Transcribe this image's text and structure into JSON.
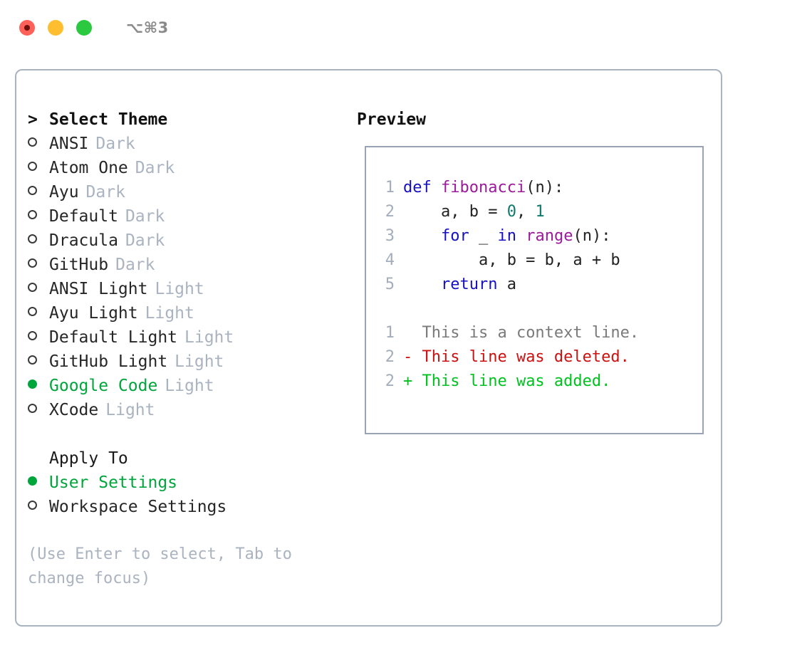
{
  "window": {
    "shortcut": "⌥⌘3",
    "traffic_lights": [
      {
        "name": "close",
        "color": "#ff6058"
      },
      {
        "name": "minimize",
        "color": "#ffbe2f"
      },
      {
        "name": "maximize",
        "color": "#2bc940"
      }
    ]
  },
  "accent": {
    "selected_green": "#00a53c",
    "muted": "#aab3c0",
    "border": "#aab3c0"
  },
  "theme_selector": {
    "header_marker": ">",
    "header": "Select Theme",
    "items": [
      {
        "marker": "o",
        "name": "ANSI",
        "variant": "Dark",
        "selected": false
      },
      {
        "marker": "o",
        "name": "Atom One",
        "variant": "Dark",
        "selected": false
      },
      {
        "marker": "o",
        "name": "Ayu",
        "variant": "Dark",
        "selected": false
      },
      {
        "marker": "o",
        "name": "Default",
        "variant": "Dark",
        "selected": false
      },
      {
        "marker": "o",
        "name": "Dracula",
        "variant": "Dark",
        "selected": false
      },
      {
        "marker": "o",
        "name": "GitHub",
        "variant": "Dark",
        "selected": false
      },
      {
        "marker": "o",
        "name": "ANSI Light",
        "variant": "Light",
        "selected": false
      },
      {
        "marker": "o",
        "name": "Ayu Light",
        "variant": "Light",
        "selected": false
      },
      {
        "marker": "o",
        "name": "Default Light",
        "variant": "Light",
        "selected": false
      },
      {
        "marker": "o",
        "name": "GitHub Light",
        "variant": "Light",
        "selected": false
      },
      {
        "marker": "●",
        "name": "Google Code",
        "variant": "Light",
        "selected": true
      },
      {
        "marker": "o",
        "name": "XCode",
        "variant": "Light",
        "selected": false
      }
    ]
  },
  "apply_to": {
    "header": "Apply To",
    "options": [
      {
        "label": "User Settings",
        "selected": true
      },
      {
        "label": "Workspace Settings",
        "selected": false
      }
    ]
  },
  "hint": "(Use Enter to select, Tab to change focus)",
  "preview": {
    "title": "Preview",
    "code_lines": [
      {
        "number": "1",
        "tokens": [
          {
            "text": "def ",
            "kind": "kw"
          },
          {
            "text": "fibonacci",
            "kind": "fn"
          },
          {
            "text": "(n):",
            "kind": "plain"
          }
        ]
      },
      {
        "number": "2",
        "tokens": [
          {
            "text": "    a, b = ",
            "kind": "plain"
          },
          {
            "text": "0",
            "kind": "num"
          },
          {
            "text": ", ",
            "kind": "plain"
          },
          {
            "text": "1",
            "kind": "num"
          }
        ]
      },
      {
        "number": "3",
        "tokens": [
          {
            "text": "    ",
            "kind": "plain"
          },
          {
            "text": "for",
            "kind": "kw"
          },
          {
            "text": " _ ",
            "kind": "plain"
          },
          {
            "text": "in",
            "kind": "kw"
          },
          {
            "text": " ",
            "kind": "plain"
          },
          {
            "text": "range",
            "kind": "fn"
          },
          {
            "text": "(n):",
            "kind": "plain"
          }
        ]
      },
      {
        "number": "4",
        "tokens": [
          {
            "text": "        a, b = b, a + b",
            "kind": "plain"
          }
        ]
      },
      {
        "number": "5",
        "tokens": [
          {
            "text": "    ",
            "kind": "plain"
          },
          {
            "text": "return",
            "kind": "kw"
          },
          {
            "text": " a",
            "kind": "plain"
          }
        ]
      }
    ],
    "diff_lines": [
      {
        "number": "1",
        "sign": " ",
        "text": " This is a context line.",
        "kind": "context"
      },
      {
        "number": "2",
        "sign": "-",
        "text": " This line was deleted.",
        "kind": "del"
      },
      {
        "number": "2",
        "sign": "+",
        "text": " This line was added.",
        "kind": "add"
      }
    ]
  }
}
